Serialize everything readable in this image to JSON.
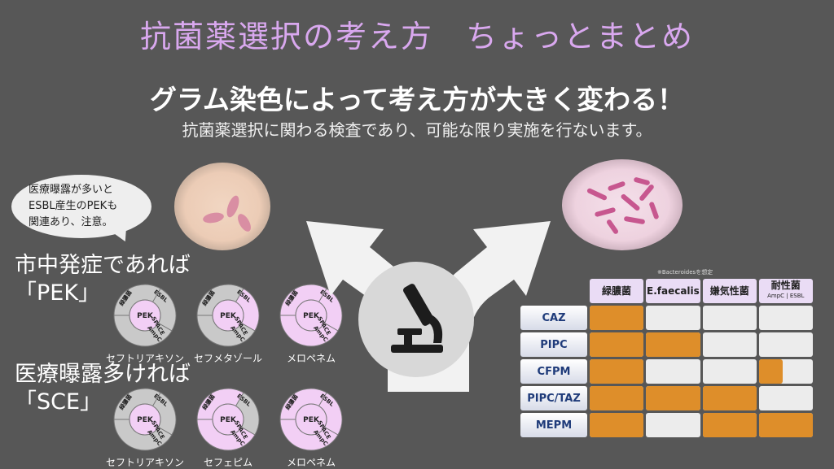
{
  "title": "抗菌薬選択の考え方　ちょっとまとめ",
  "headline": "グラム染色によって考え方が大きく変わる！",
  "subtitle": "抗菌薬選択に関わる検査であり、可能な限り実施を行ないます。",
  "bubble_text": "医療曝露が多いと\nESBL産生のPEKも\n関連あり、注意。",
  "case1": {
    "line1": "市中発症であれば",
    "line2": "「PEK」"
  },
  "case2": {
    "line1": "医療曝露多ければ",
    "line2": "「SCE」"
  },
  "coverage_labels": {
    "pseudo": "緑膿菌",
    "esbl": "ESBL",
    "pek": "PEK",
    "space": "SPACE",
    "ampc": "AmpC"
  },
  "row1_antibiotics": [
    {
      "name": "セフトリアキソン",
      "pseudo": false,
      "esbl": false,
      "ampc": false
    },
    {
      "name": "セフメタゾール",
      "pseudo": false,
      "esbl": true,
      "ampc": false
    },
    {
      "name": "メロペネム",
      "pseudo": true,
      "esbl": true,
      "ampc": true
    }
  ],
  "row2_antibiotics": [
    {
      "name": "セフトリアキソン",
      "pseudo": false,
      "esbl": false,
      "ampc": false
    },
    {
      "name": "セフェピム",
      "pseudo": true,
      "esbl": false,
      "ampc": true
    },
    {
      "name": "メロペネム",
      "pseudo": true,
      "esbl": true,
      "ampc": true
    }
  ],
  "table": {
    "note": "※Bacteroidesを想定",
    "columns": [
      {
        "label": "緑膿菌",
        "sub": ""
      },
      {
        "label": "E.faecalis",
        "sub": ""
      },
      {
        "label": "嫌気性菌",
        "sub": ""
      },
      {
        "label": "耐性菌",
        "sub": "AmpC | ESBL"
      }
    ],
    "rows": [
      {
        "drug": "CAZ",
        "cells": [
          1,
          0,
          0,
          0
        ]
      },
      {
        "drug": "PIPC",
        "cells": [
          1,
          1,
          0,
          0
        ]
      },
      {
        "drug": "CFPM",
        "cells": [
          1,
          0,
          0,
          0.45
        ]
      },
      {
        "drug": "PIPC/TAZ",
        "cells": [
          1,
          1,
          1,
          0
        ]
      },
      {
        "drug": "MEPM",
        "cells": [
          1,
          0,
          1,
          1
        ]
      }
    ]
  },
  "colors": {
    "background": "#575757",
    "title": "#d9a8ef",
    "covered": "#de8e2a",
    "empty": "#ececec",
    "pink": "#f2cff5",
    "gray": "#c9c9c9"
  }
}
